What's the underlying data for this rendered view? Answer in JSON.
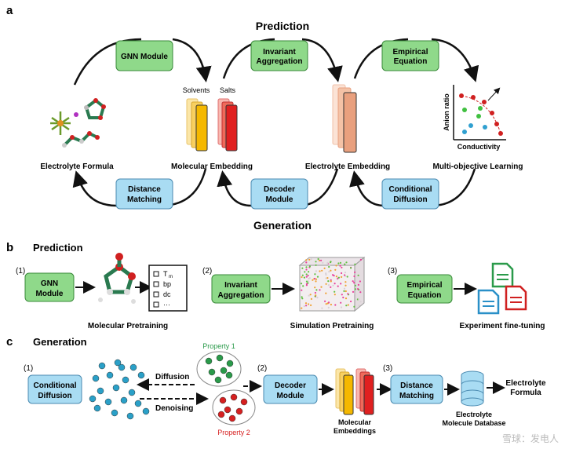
{
  "panel_a": {
    "letter": "a",
    "top_title": "Prediction",
    "bottom_title": "Generation",
    "green_boxes": [
      {
        "lines": [
          "GNN Module"
        ]
      },
      {
        "lines": [
          "Invariant",
          "Aggregation"
        ]
      },
      {
        "lines": [
          "Empirical",
          "Equation"
        ]
      }
    ],
    "blue_boxes": [
      {
        "lines": [
          "Distance",
          "Matching"
        ]
      },
      {
        "lines": [
          "Decoder",
          "Module"
        ]
      },
      {
        "lines": [
          "Conditional",
          "Diffusion"
        ]
      }
    ],
    "node_labels": [
      "Electrolyte Formula",
      "Molecular Embedding",
      "Electrolyte Embedding",
      "Multi-objective Learning"
    ],
    "embedding_labels": {
      "solvents": "Solvents",
      "salts": "Salts"
    },
    "plot": {
      "ylabel": "Anion ratio",
      "xlabel": "Conductivity"
    }
  },
  "panel_b": {
    "letter": "b",
    "title": "Prediction",
    "steps": [
      {
        "num": "(1)",
        "box": [
          "GNN",
          "Module"
        ],
        "caption": "Molecular Pretraining"
      },
      {
        "num": "(2)",
        "box": [
          "Invariant",
          "Aggregation"
        ],
        "caption": "Simulation Pretraining"
      },
      {
        "num": "(3)",
        "box": [
          "Empirical",
          "Equation"
        ],
        "caption": "Experiment fine-tuning"
      }
    ],
    "checklist": [
      "T",
      "bp",
      "dc",
      "···"
    ],
    "checklist_sub": "m"
  },
  "panel_c": {
    "letter": "c",
    "title": "Generation",
    "steps": [
      {
        "num": "(1)",
        "box": [
          "Conditional",
          "Diffusion"
        ]
      },
      {
        "num": "(2)",
        "box": [
          "Decoder",
          "Module"
        ]
      },
      {
        "num": "(3)",
        "box": [
          "Distance",
          "Matching"
        ]
      }
    ],
    "diffusion_label": "Diffusion",
    "denoising_label": "Denoising",
    "property1": "Property 1",
    "property2": "Property 2",
    "embeddings_caption": [
      "Molecular",
      "Embeddings"
    ],
    "database_caption": [
      "Electrolyte",
      "Molecule Database"
    ],
    "output": [
      "Electrolyte",
      "Formula"
    ]
  },
  "watermark": "雪球：发电人",
  "colors": {
    "green_box": "#8fd98a",
    "green_border": "#3a8a3a",
    "blue_box": "#a9dcf3",
    "blue_border": "#4a8ab0",
    "solvent": "#f5b800",
    "salt": "#e02020",
    "electrolyte": "#e9a07e",
    "property1_dot": "#2a9a4a",
    "property2_dot": "#d62020",
    "noise_dot": "#2aa0c8"
  }
}
